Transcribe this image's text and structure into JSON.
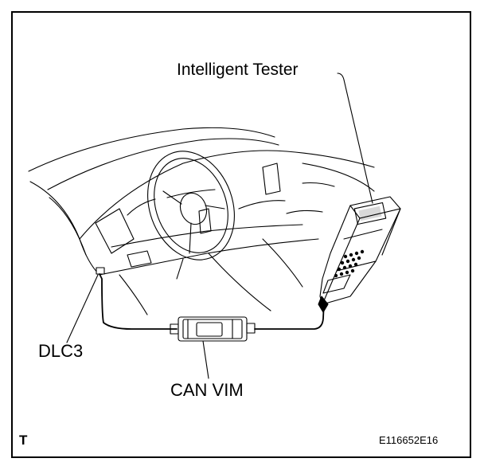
{
  "labels": {
    "tester": "Intelligent Tester",
    "dlc3": "DLC3",
    "can_vim": "CAN VIM",
    "corner_mark": "T",
    "figure_code": "E116652E16"
  }
}
